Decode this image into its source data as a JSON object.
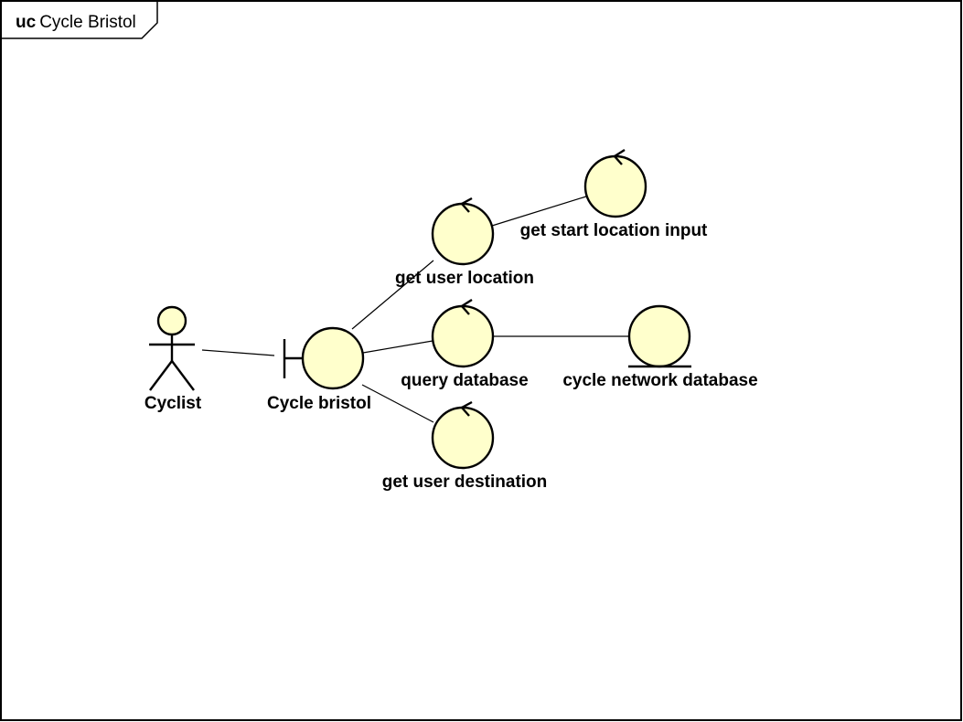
{
  "frame": {
    "keyword": "uc",
    "name": "Cycle Bristol"
  },
  "colors": {
    "node_fill": "#ffffcc",
    "stroke": "#000000",
    "background": "#ffffff"
  },
  "nodes": {
    "cyclist": {
      "kind": "actor",
      "label": "Cyclist"
    },
    "cycle_bristol": {
      "kind": "boundary",
      "label": "Cycle bristol"
    },
    "get_user_location": {
      "kind": "control",
      "label": "get user location"
    },
    "get_start_location_input": {
      "kind": "control",
      "label": "get start location input"
    },
    "query_database": {
      "kind": "control",
      "label": "query database"
    },
    "cycle_network_database": {
      "kind": "entity",
      "label": "cycle network database"
    },
    "get_user_destination": {
      "kind": "control",
      "label": "get user destination"
    }
  },
  "edges": [
    {
      "from": "cyclist",
      "to": "cycle_bristol"
    },
    {
      "from": "cycle_bristol",
      "to": "get_user_location"
    },
    {
      "from": "cycle_bristol",
      "to": "query_database"
    },
    {
      "from": "cycle_bristol",
      "to": "get_user_destination"
    },
    {
      "from": "get_user_location",
      "to": "get_start_location_input"
    },
    {
      "from": "query_database",
      "to": "cycle_network_database"
    }
  ]
}
